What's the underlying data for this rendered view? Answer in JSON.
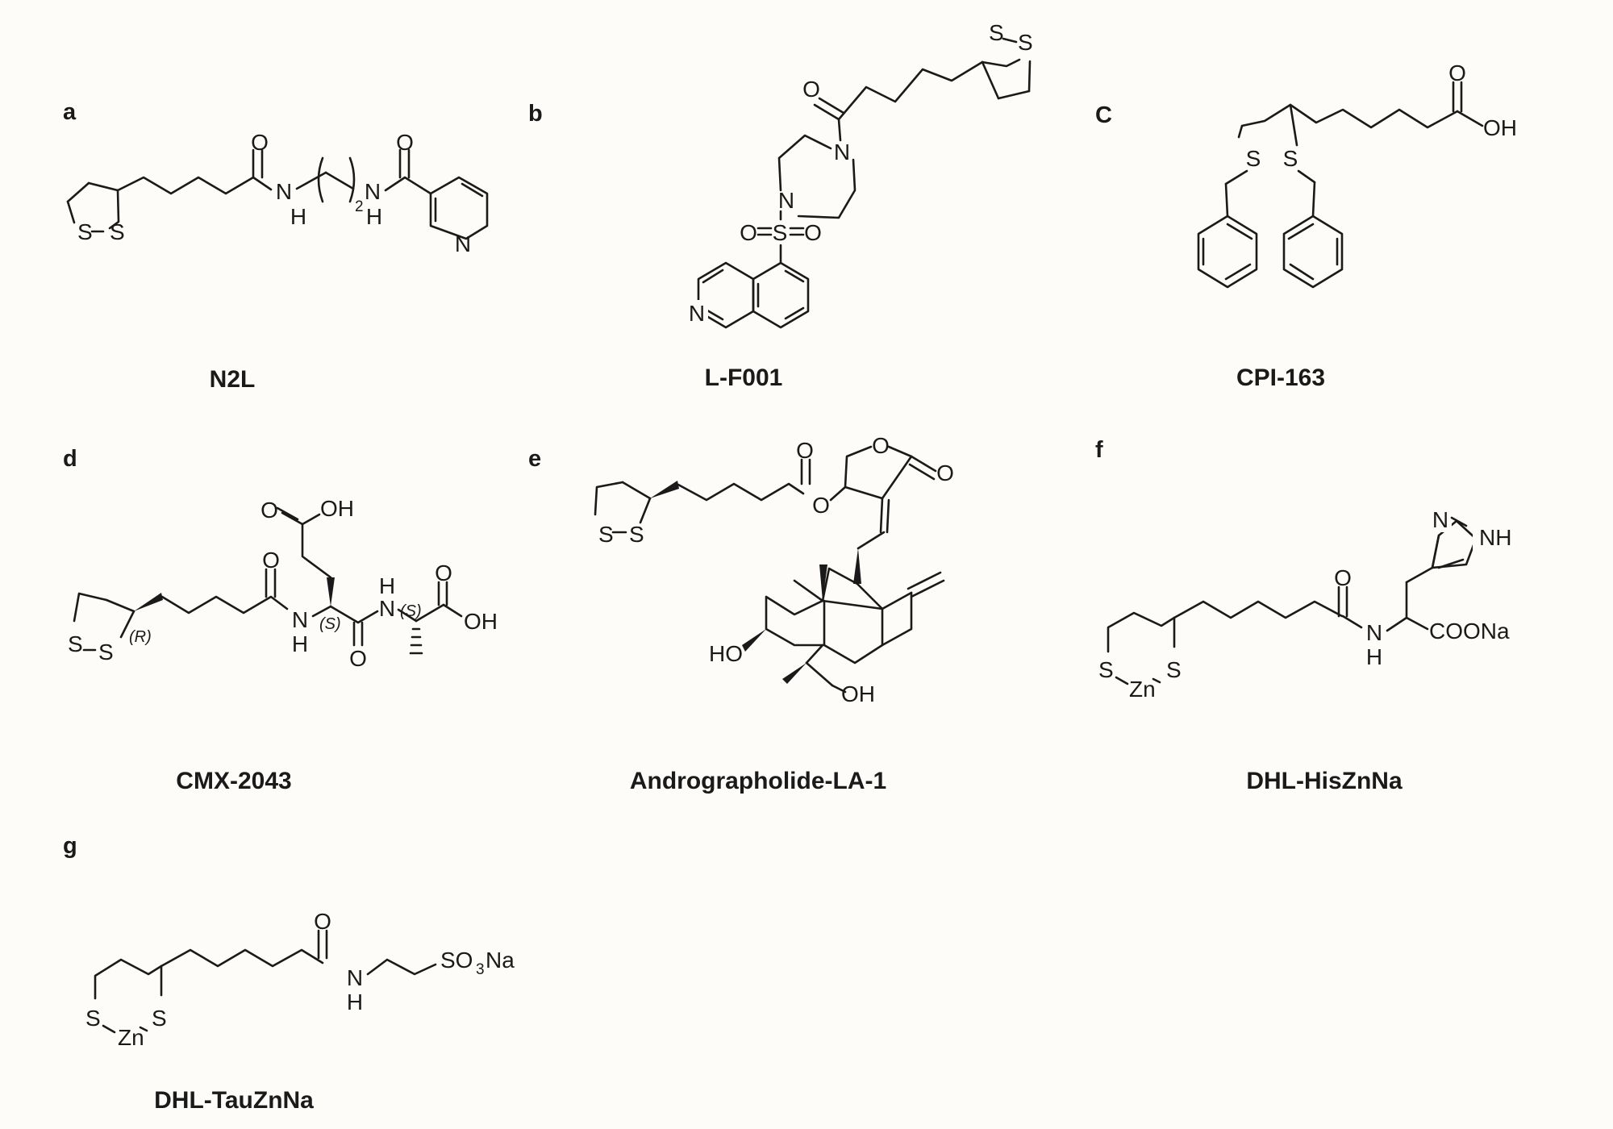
{
  "panels": [
    {
      "letter": "a",
      "compound": "N2L"
    },
    {
      "letter": "b",
      "compound": "L-F001"
    },
    {
      "letter": "C",
      "compound": "CPI-163"
    },
    {
      "letter": "d",
      "compound": "CMX-2043"
    },
    {
      "letter": "e",
      "compound": "Andrographolide-LA-1"
    },
    {
      "letter": "f",
      "compound": "DHL-HisZnNa"
    },
    {
      "letter": "g",
      "compound": "DHL-TauZnNa"
    }
  ],
  "atoms": {
    "S": "S",
    "O": "O",
    "N": "N",
    "H": "H",
    "NH": "NH",
    "OH": "OH",
    "HO": "HO",
    "Zn": "Zn",
    "COONa": "COONa",
    "SO3": "SO",
    "sub3": "3",
    "Na": "Na",
    "sub2": "2"
  },
  "stereo": {
    "R": "(R)",
    "S": "(S)"
  }
}
